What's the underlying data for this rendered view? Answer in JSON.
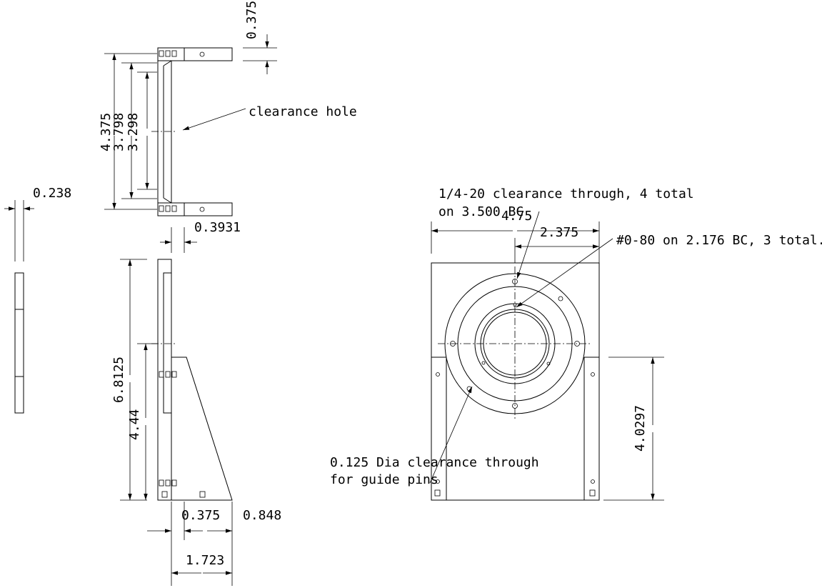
{
  "dimensions": {
    "top_gap": "0.375",
    "height_outer": "4.375",
    "height_mid": "3.798",
    "height_inner": "3.298",
    "thickness_small": "0.238",
    "offset_small": "0.3931",
    "side_height": "6.8125",
    "side_height_lower": "4.44",
    "base_offset": "0.375",
    "base_slope": "0.848",
    "base_width": "1.723",
    "plate_width": "4.75",
    "plate_half_width": "2.375",
    "plate_lower_height": "4.0297"
  },
  "notes": {
    "clearance_hole": "clearance hole",
    "quarter20_line1": "1/4-20 clearance through, 4 total",
    "quarter20_line2": "on 3.500 BC",
    "bc080": "#0-80 on 2.176 BC, 3 total.",
    "guide_pins_line1": "0.125 Dia clearance through",
    "guide_pins_line2": "for guide pins"
  }
}
